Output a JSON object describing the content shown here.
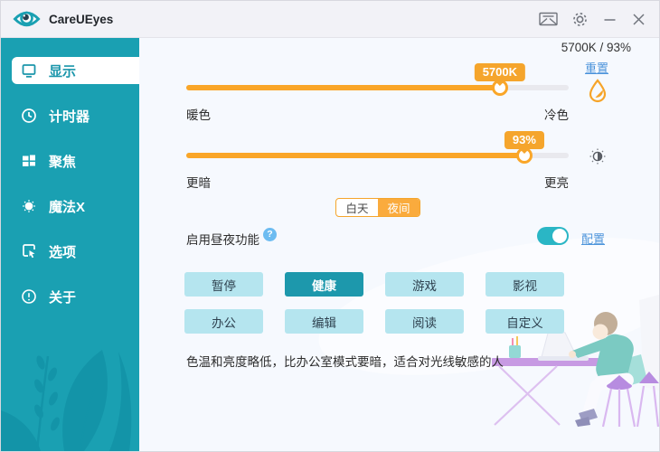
{
  "window": {
    "title": "CareUEyes"
  },
  "titlebar": {
    "icons": [
      "mail-icon",
      "settings-icon",
      "minimize-icon",
      "close-icon"
    ]
  },
  "sidebar": {
    "items": [
      {
        "label": "显示",
        "icon": "display-icon",
        "selected": true
      },
      {
        "label": "计时器",
        "icon": "timer-icon",
        "selected": false
      },
      {
        "label": "聚焦",
        "icon": "focus-icon",
        "selected": false
      },
      {
        "label": "魔法X",
        "icon": "magic-icon",
        "selected": false
      },
      {
        "label": "选项",
        "icon": "options-icon",
        "selected": false
      },
      {
        "label": "关于",
        "icon": "about-icon",
        "selected": false
      }
    ]
  },
  "display": {
    "current_value": "5700K / 93%",
    "reset_label": "重置",
    "temperature": {
      "value_label": "5700K",
      "percent": 82,
      "left_label": "暖色",
      "right_label": "冷色"
    },
    "brightness": {
      "value_label": "93%",
      "percent": 88.4,
      "left_label": "更暗",
      "right_label": "更亮"
    },
    "day_night": {
      "day_label": "白天",
      "night_label": "夜间",
      "selected": "night"
    },
    "schedule": {
      "label": "启用昼夜功能",
      "help": "?",
      "enabled": true,
      "config_label": "配置"
    },
    "presets": [
      {
        "label": "暂停",
        "selected": false
      },
      {
        "label": "健康",
        "selected": true
      },
      {
        "label": "游戏",
        "selected": false
      },
      {
        "label": "影视",
        "selected": false
      },
      {
        "label": "办公",
        "selected": false
      },
      {
        "label": "编辑",
        "selected": false
      },
      {
        "label": "阅读",
        "selected": false
      },
      {
        "label": "自定义",
        "selected": false
      }
    ],
    "description": "色温和亮度略低，比办公室模式要暗，适合对光线敏感的人"
  },
  "colors": {
    "accent_orange": "#FAA628",
    "sidebar_teal": "#1AA0B2",
    "selected_preset_teal": "#1D98AC",
    "link_blue": "#4E95DB",
    "preset_bg": "#B5E5EF",
    "toggle_on": "#2AB6C5"
  }
}
